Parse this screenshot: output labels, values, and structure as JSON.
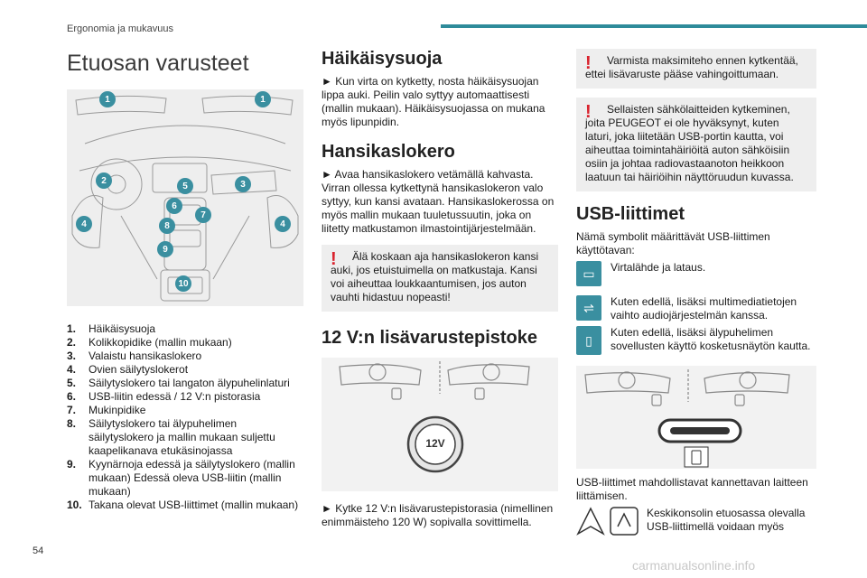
{
  "header": {
    "section": "Ergonomia ja mukavuus"
  },
  "page_number": "54",
  "watermark": "carmanualsonline.info",
  "col1": {
    "title": "Etuosan varusteet",
    "callouts": [
      "1",
      "1",
      "2",
      "3",
      "4",
      "4",
      "5",
      "6",
      "7",
      "8",
      "9",
      "10"
    ],
    "legend": [
      {
        "n": "1.",
        "t": "Häikäisysuoja"
      },
      {
        "n": "2.",
        "t": "Kolikkopidike (mallin mukaan)"
      },
      {
        "n": "3.",
        "t": "Valaistu hansikaslokero"
      },
      {
        "n": "4.",
        "t": "Ovien säilytyslokerot"
      },
      {
        "n": "5.",
        "t": "Säilytyslokero tai langaton älypuhelinlaturi"
      },
      {
        "n": "6.",
        "t": "USB-liitin edessä / 12 V:n pistorasia"
      },
      {
        "n": "7.",
        "t": "Mukinpidike"
      },
      {
        "n": "8.",
        "t": "Säilytyslokero tai älypuhelimen säilytyslokero ja mallin mukaan suljettu kaapelikanava etukäsinojassa"
      },
      {
        "n": "9.",
        "t": "Kyynärnoja edessä ja säilytyslokero (mallin mukaan) Edessä oleva USB-liitin (mallin mukaan)"
      },
      {
        "n": "10.",
        "t": "Takana olevat USB-liittimet (mallin mukaan)"
      }
    ]
  },
  "col2": {
    "h_sunvisor": "Häikäisysuoja",
    "p_sunvisor": "► Kun virta on kytketty, nosta häikäisysuojan lippa auki. Peilin valo syttyy automaattisesti (mallin mukaan). Häikäisysuojassa on mukana myös lipunpidin.",
    "h_glovebox": "Hansikaslokero",
    "p_glovebox": "► Avaa hansikaslokero vetämällä kahvasta. Virran ollessa kytkettynä hansikaslokeron valo syttyy, kun kansi avataan. Hansikaslokerossa on myös mallin mukaan tuuletussuutin, joka on liitetty matkustamon ilmastointijärjestelmään.",
    "warn_glovebox": "Älä koskaan aja hansikaslokeron kansi auki, jos etuistuimella on matkustaja. Kansi voi aiheuttaa loukkaantumisen, jos auton vauhti hidastuu nopeasti!",
    "h_12v": "12 V:n lisävarustepistoke",
    "socket_label": "12V",
    "p_12v": "► Kytke 12 V:n lisävarustepistorasia (nimellinen enimmäisteho 120 W) sopivalla sovittimella."
  },
  "col3": {
    "warn1": "Varmista maksimiteho ennen kytkentää, ettei lisävaruste pääse vahingoittumaan.",
    "warn2": "Sellaisten sähkölaitteiden kytkeminen, joita PEUGEOT ei ole hyväksynyt, kuten laturi, joka liitetään USB-portin kautta, voi aiheuttaa toimintahäiriöitä auton sähköisiin osiin ja johtaa radiovastaanoton heikkoon laatuun tai häiriöihin näyttöruudun kuvassa.",
    "h_usb": "USB-liittimet",
    "p_usb_intro": "Nämä symbolit määrittävät USB-liittimen käyttötavan:",
    "usb_items": [
      {
        "icon": "battery-icon",
        "t": "Virtalähde ja lataus."
      },
      {
        "icon": "usb-icon",
        "t": "Kuten edellä, lisäksi multimediatietojen vaihto audiojärjestelmän kanssa."
      },
      {
        "icon": "smartphone-icon",
        "t": "Kuten edellä, lisäksi älypuhelimen sovellusten käyttö kosketusnäytön kautta."
      }
    ],
    "p_usb_portable": "USB-liittimet mahdollistavat kannettavan laitteen liittämisen.",
    "p_usb_console": "Keskikonsolin etuosassa olevalla USB-liittimellä voidaan myös"
  },
  "colors": {
    "accent": "#3a8fa0",
    "warning": "#d9232e",
    "header_bar": "#2e8b9a"
  }
}
